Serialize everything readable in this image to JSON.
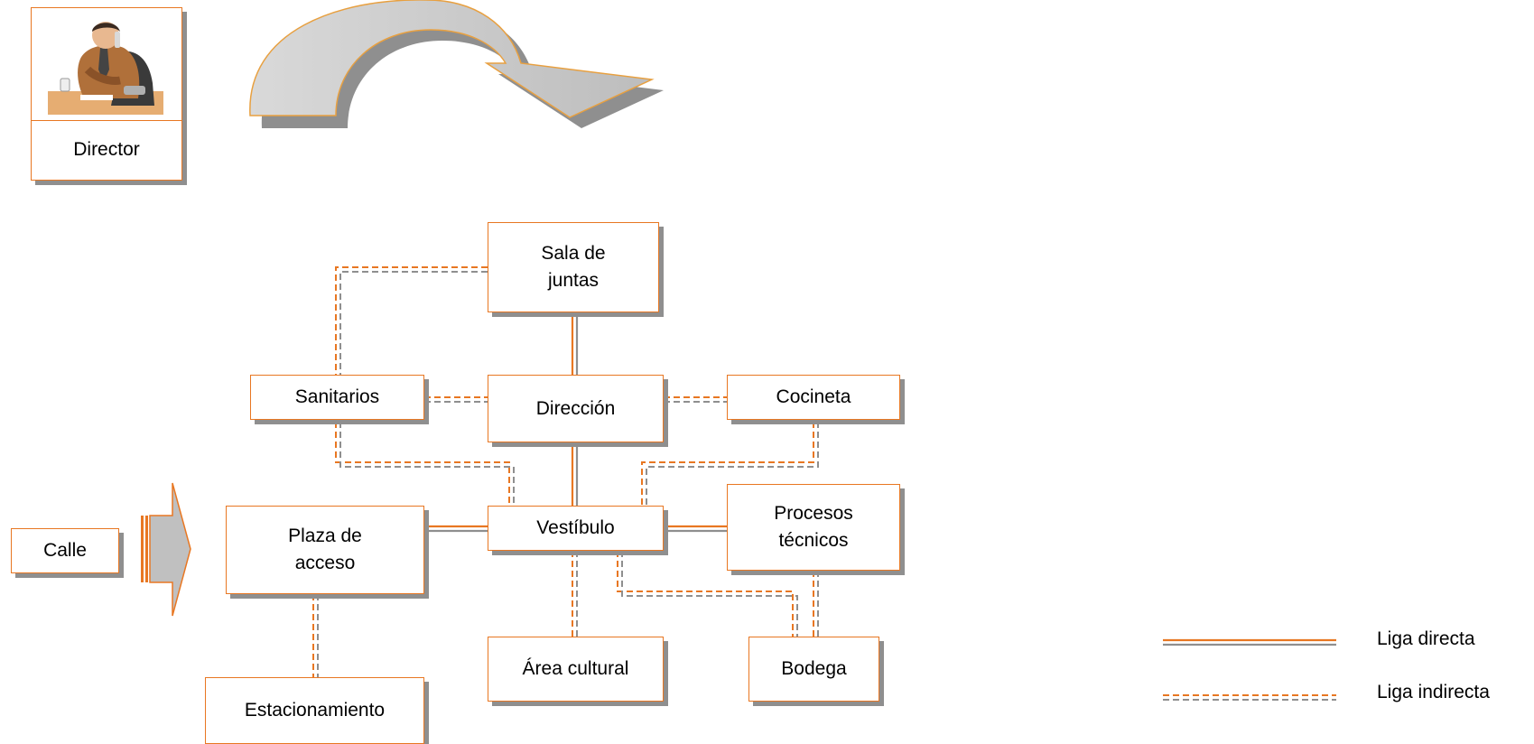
{
  "director": {
    "label": "Director",
    "icon": "man-on-phone-icon"
  },
  "nodes": {
    "sala_juntas": "Sala de\njuntas",
    "sanitarios": "Sanitarios",
    "direccion": "Dirección",
    "cocineta": "Cocineta",
    "calle": "Calle",
    "plaza_acceso": "Plaza de\nacceso",
    "vestibulo": "Vestíbulo",
    "procesos_tecnicos": "Procesos\ntécnicos",
    "area_cultural": "Área cultural",
    "bodega": "Bodega",
    "estacionamiento": "Estacionamiento"
  },
  "legend": {
    "direct": "Liga directa",
    "indirect": "Liga indirecta"
  },
  "colors": {
    "orange": "#e87722",
    "gray": "#8f8f8f",
    "arrow_fill": "#c8c8c8"
  }
}
